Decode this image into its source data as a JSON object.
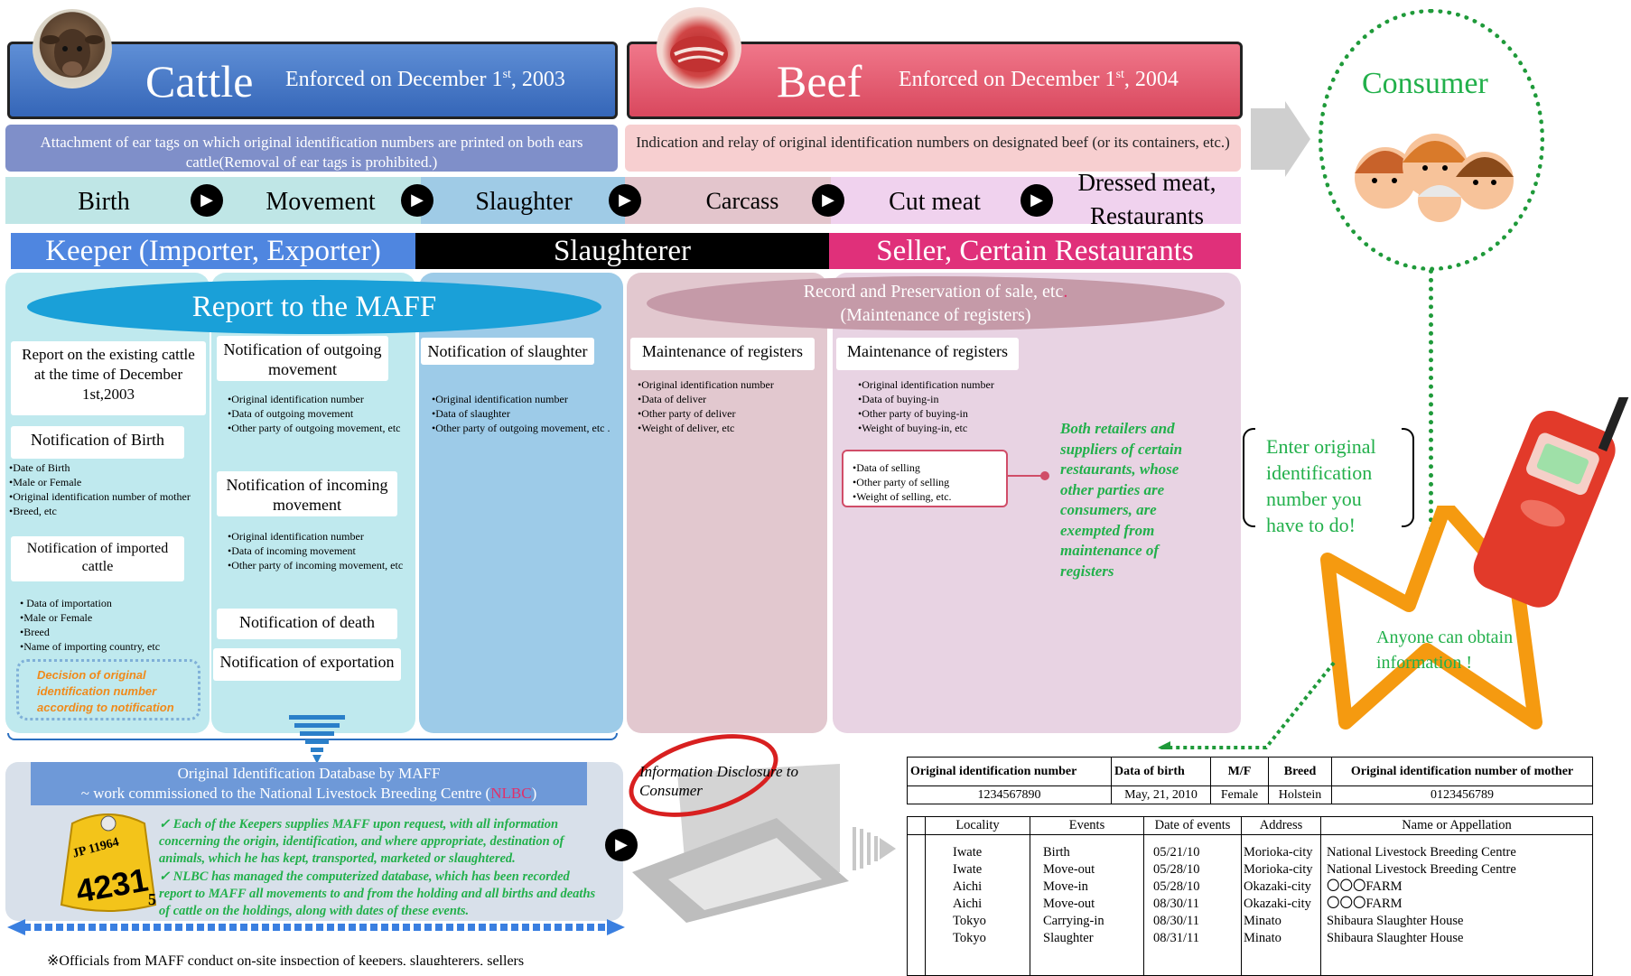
{
  "cattle": {
    "title": "Cattle",
    "enforced": "Enforced on December 1",
    "enforced_sup": "st",
    "enforced_year": ", 2003",
    "description": "Attachment of ear tags on which original identification numbers are printed on both ears cattle(Removal of ear tags is prohibited.)"
  },
  "beef": {
    "title": "Beef",
    "enforced": "Enforced on December 1",
    "enforced_sup": "st",
    "enforced_year": ", 2004",
    "description": "Indication  and relay of  original identification numbers on designated beef (or its containers, etc.)"
  },
  "consumer": {
    "title": "Consumer"
  },
  "stages": [
    "Birth",
    "Movement",
    "Slaughter",
    "Carcass",
    "Cut meat",
    "Dressed   meat, Restaurants"
  ],
  "roles": {
    "keeper": "Keeper (Importer, Exporter)",
    "slaughterer": "Slaughterer",
    "seller": "Seller, Certain Restaurants"
  },
  "report": {
    "title": "Report to the MAFF"
  },
  "record": {
    "title": "Record and Preservation of sale, etc",
    "title_dot": ".",
    "subtitle": "(Maintenance of registers)"
  },
  "keeper_col1": {
    "existing": "Report on the existing cattle at the time of December 1st,2003",
    "birth_title": "Notification of Birth",
    "birth_items": "•Date of Birth\n•Male or Female\n•Original identification number of mother\n•Breed, etc",
    "imported_title": "Notification of imported cattle",
    "imported_items": "• Data of importation\n•Male or Female\n•Breed\n•Name of importing country, etc",
    "decision": "Decision of original identification number according to notification"
  },
  "keeper_col2": {
    "outgoing_title": "Notification of outgoing movement",
    "outgoing_items": "•Original identification number\n•Data of outgoing movement\n•Other party of outgoing movement, etc",
    "incoming_title": "Notification of incoming movement",
    "incoming_items": "•Original identification number\n•Data of incoming movement\n•Other party of incoming movement, etc",
    "death": "Notification of death",
    "export": "Notification of exportation"
  },
  "slaughter_col": {
    "title": "Notification of slaughter",
    "items": "•Original identification number\n•Data of slaughter\n•Other party of outgoing movement, etc ."
  },
  "carcass_col": {
    "title": "Maintenance of registers",
    "items": "•Original identification number\n•Data of deliver\n•Other party of deliver\n•Weight of deliver, etc"
  },
  "cut_col": {
    "title": "Maintenance of registers",
    "items": "•Original identification number\n•Data of buying-in\n•Other party of buying-in\n•Weight of buying-in, etc",
    "selling_items": "•Data of selling\n•Other party of selling\n•Weight of selling, etc.",
    "exempt_note": "Both retailers and suppliers of certain restaurants, whose other parties are consumers, are exempted from maintenance of registers"
  },
  "enter_note": "Enter original identification number   you have to do!",
  "anyone_note": "Anyone can obtain information !",
  "database": {
    "title": "Original Identification Database by MAFF",
    "subtitle": "~ work commissioned to the National Livestock Breeding Centre (",
    "subtitle_nlbc": "NLBC",
    "subtitle_end": ")",
    "point1": "✓ Each of the Keepers supplies MAFF upon request, with all information concerning the origin, identification, and where appropriate, destination of animals, which he has kept, transported, marketed or slaughtered.",
    "point2": "✓ NLBC has managed the computerized database, which has been recorded report to MAFF all movements to and from the holding and all births and deaths of cattle on the holdings, along with dates of these events.",
    "ear_tag_top": "JP 11964",
    "ear_tag_num": "4231",
    "ear_tag_tail": "5"
  },
  "disclosure": "Information Disclosure to Consumer",
  "footnote": "※Officials from MAFF conduct on-site inspection of keepers, slaughterers, sellers",
  "table1": {
    "headers": [
      "Original identification number",
      "Data of birth",
      "M/F",
      "Breed",
      "Original identification number of mother"
    ],
    "row": [
      "1234567890",
      "May, 21, 2010",
      "Female",
      "Holstein",
      "0123456789"
    ]
  },
  "table2": {
    "headers": [
      "Locality",
      "Events",
      "Date of events",
      "Address",
      "Name or Appellation"
    ],
    "rows": [
      [
        "Iwate",
        "Birth",
        "05/21/10",
        "Morioka-city",
        "National Livestock Breeding Centre"
      ],
      [
        "Iwate",
        "Move-out",
        "05/28/10",
        "Morioka-city",
        "National Livestock Breeding Centre"
      ],
      [
        "Aichi",
        "Move-in",
        "05/28/10",
        "Okazaki-city",
        "〇〇〇FARM"
      ],
      [
        "Aichi",
        "Move-out",
        "08/30/11",
        "Okazaki-city",
        "〇〇〇FARM"
      ],
      [
        "Tokyo",
        "Carrying-in",
        "08/30/11",
        "Minato",
        "Shibaura Slaughter House"
      ],
      [
        "Tokyo",
        "Slaughter",
        "08/31/11",
        "Minato",
        "Shibaura Slaughter House"
      ]
    ]
  },
  "arrow_glyph": "▶",
  "colors": {
    "cattle_blue": "#3f72c4",
    "beef_red": "#e05468",
    "keeper_bar": "#4f86e0",
    "seller_bar": "#e0307a",
    "consumer_green": "#22a84a"
  }
}
